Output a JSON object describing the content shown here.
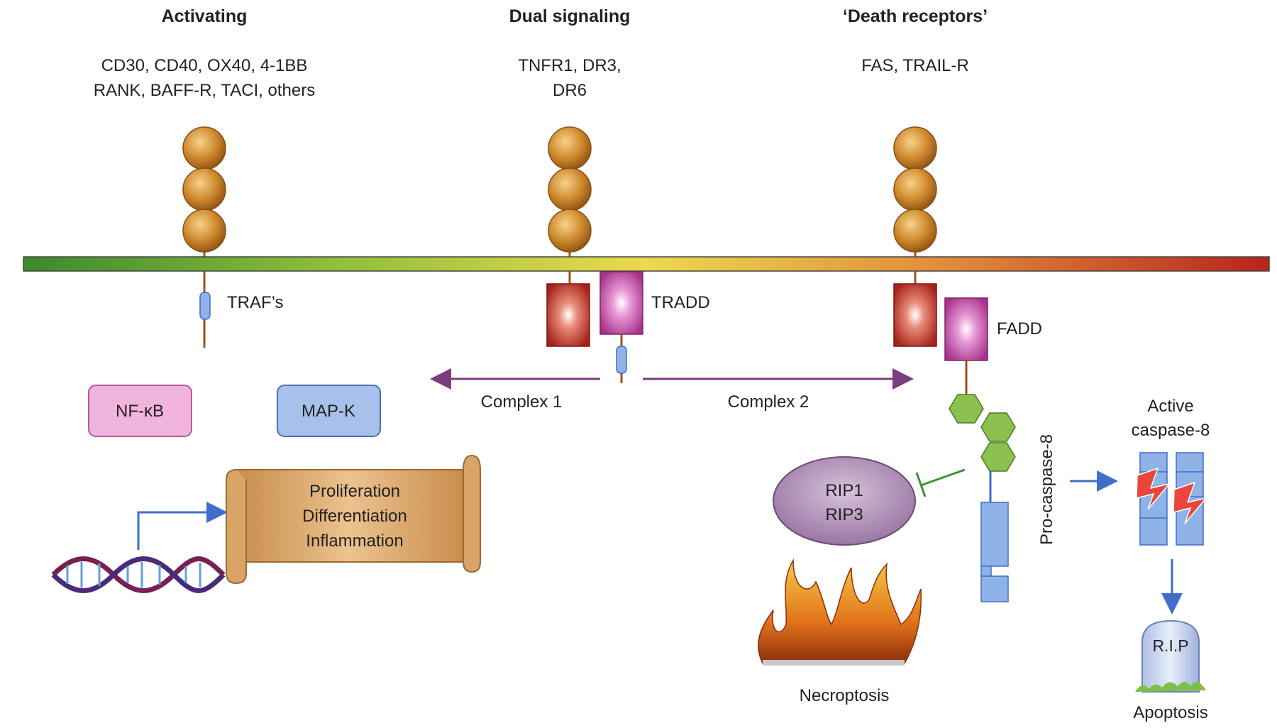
{
  "columns": {
    "activating": {
      "title": "Activating",
      "members_line1": "CD30, CD40, OX40, 4-1BB",
      "members_line2": "RANK, BAFF-R, TACI, others",
      "adaptor": "TRAF’s"
    },
    "dual": {
      "title": "Dual signaling",
      "members_line1": "TNFR1, DR3,",
      "members_line2": "DR6",
      "adaptor": "TRADD"
    },
    "death": {
      "title": "‘Death receptors’",
      "members_line1": "FAS, TRAIL-R",
      "adaptor": "FADD"
    }
  },
  "complexes": {
    "left": "Complex 1",
    "right": "Complex 2"
  },
  "boxes": {
    "nfkb": "NF-κB",
    "mapk": "MAP-K"
  },
  "scroll": {
    "line1": "Proliferation",
    "line2": "Differentiation",
    "line3": "Inflammation"
  },
  "rip": {
    "line1": "RIP1",
    "line2": "RIP3"
  },
  "procaspase": "Pro-caspase-8",
  "active_caspase": {
    "line1": "Active",
    "line2": "caspase-8"
  },
  "tombstone": "R.I.P",
  "outcomes": {
    "necroptosis": "Necroptosis",
    "apoptosis": "Apoptosis"
  },
  "colors": {
    "membrane_left": "#3c8a2c",
    "membrane_mid": "#e8d44a",
    "membrane_right": "#b8241c",
    "receptor_ball": "#c9822a",
    "death_domain": "#b53228",
    "adaptor_magenta": "#c14aa5",
    "arrow_purple": "#7a3d7e",
    "caspase_blue": "#8fb3e6",
    "hexagon_green": "#8cc04f",
    "scroll_tan": "#dfae72",
    "rip_purple": "#9d7aa6",
    "nfkb_pink": "#f1b4dd",
    "mapk_blue": "#a7c1ea"
  }
}
